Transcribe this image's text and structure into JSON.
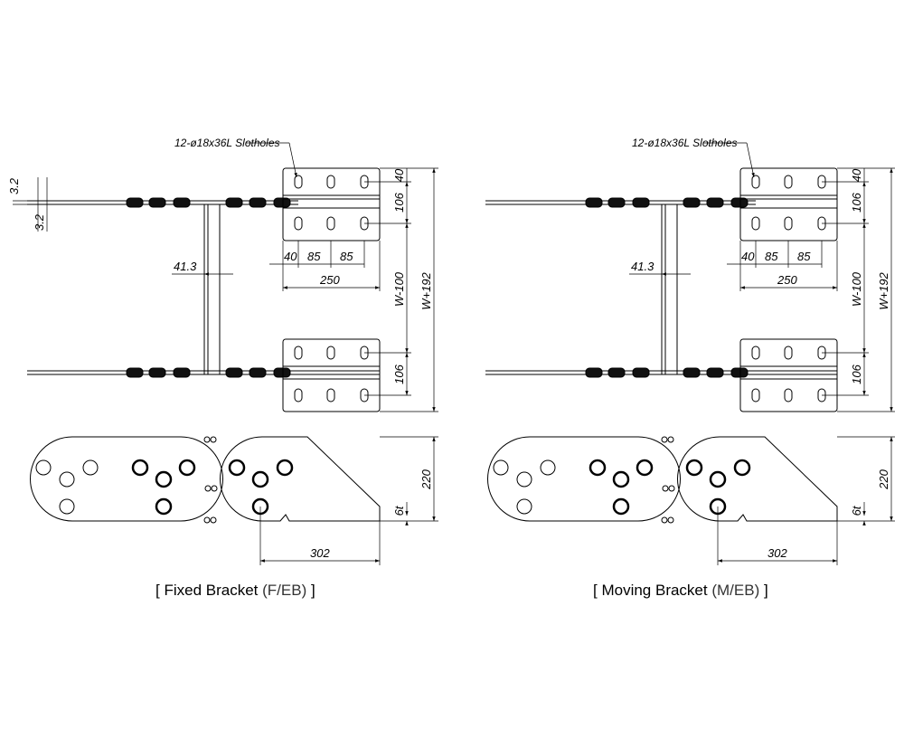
{
  "views": [
    {
      "id": "fixed",
      "caption_prefix": "[ ",
      "caption_main": "Fixed Bracket",
      "caption_code": "(F/EB)",
      "caption_suffix": " ]",
      "note": "12-ø18x36L Slotholes",
      "dims": {
        "thickness_top": "3.2",
        "thickness_bottom": "3.2",
        "offset": "41.3",
        "top_edge": "40",
        "slot_pitch": "106",
        "hole_start": "40",
        "hole_pitch_1": "85",
        "hole_pitch_2": "85",
        "plate_length": "250",
        "inner_width": "W-100",
        "outer_width": "W+192",
        "lower_pitch": "106",
        "height": "220",
        "plate_thickness": "6t",
        "bottom_length": "302"
      }
    },
    {
      "id": "moving",
      "caption_prefix": "[ ",
      "caption_main": "Moving Bracket",
      "caption_code": "(M/EB)",
      "caption_suffix": " ]",
      "note": "12-ø18x36L Slotholes",
      "dims": {
        "offset": "41.3",
        "top_edge": "40",
        "slot_pitch": "106",
        "hole_start": "40",
        "hole_pitch_1": "85",
        "hole_pitch_2": "85",
        "plate_length": "250",
        "inner_width": "W-100",
        "outer_width": "W+192",
        "lower_pitch": "106",
        "height": "220",
        "plate_thickness": "6t",
        "bottom_length": "302"
      }
    }
  ]
}
